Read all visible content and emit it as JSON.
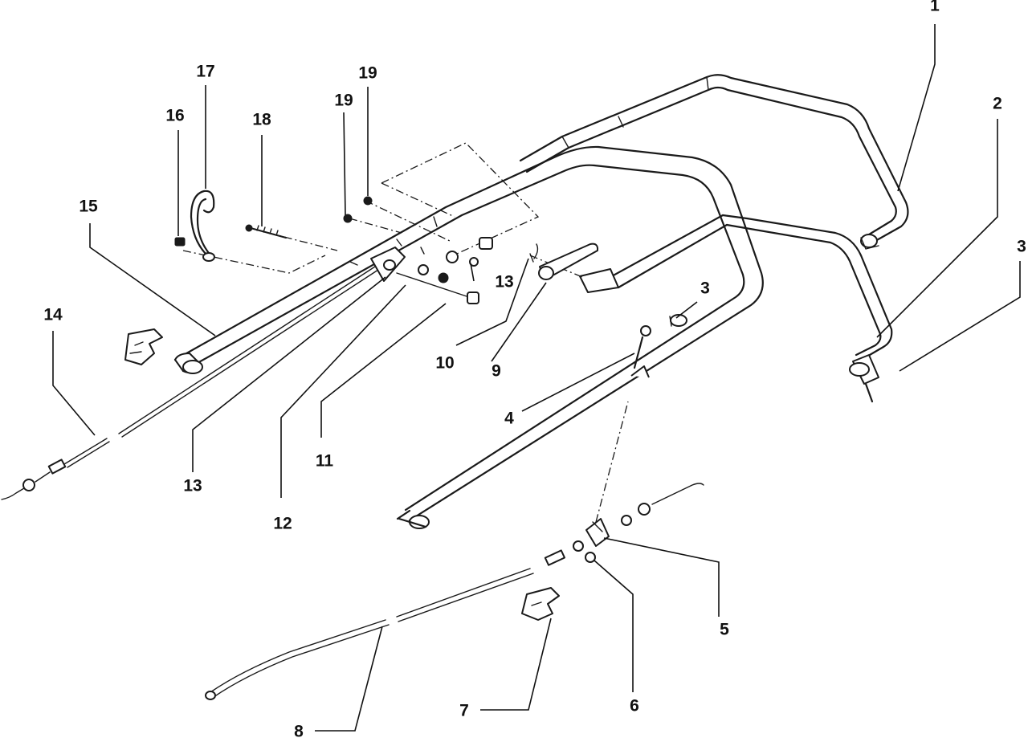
{
  "callouts": {
    "c1": "1",
    "c2": "2",
    "c3a": "3",
    "c3b": "3",
    "c4": "4",
    "c5": "5",
    "c6": "6",
    "c7": "7",
    "c8": "8",
    "c9": "9",
    "c10": "10",
    "c11": "11",
    "c12": "12",
    "c13a": "13",
    "c13b": "13",
    "c14": "14",
    "c15": "15",
    "c16": "16",
    "c17": "17",
    "c18": "18",
    "c19a": "19",
    "c19b": "19"
  },
  "colors": {
    "line": "#1a1a1a",
    "background": "#ffffff"
  }
}
